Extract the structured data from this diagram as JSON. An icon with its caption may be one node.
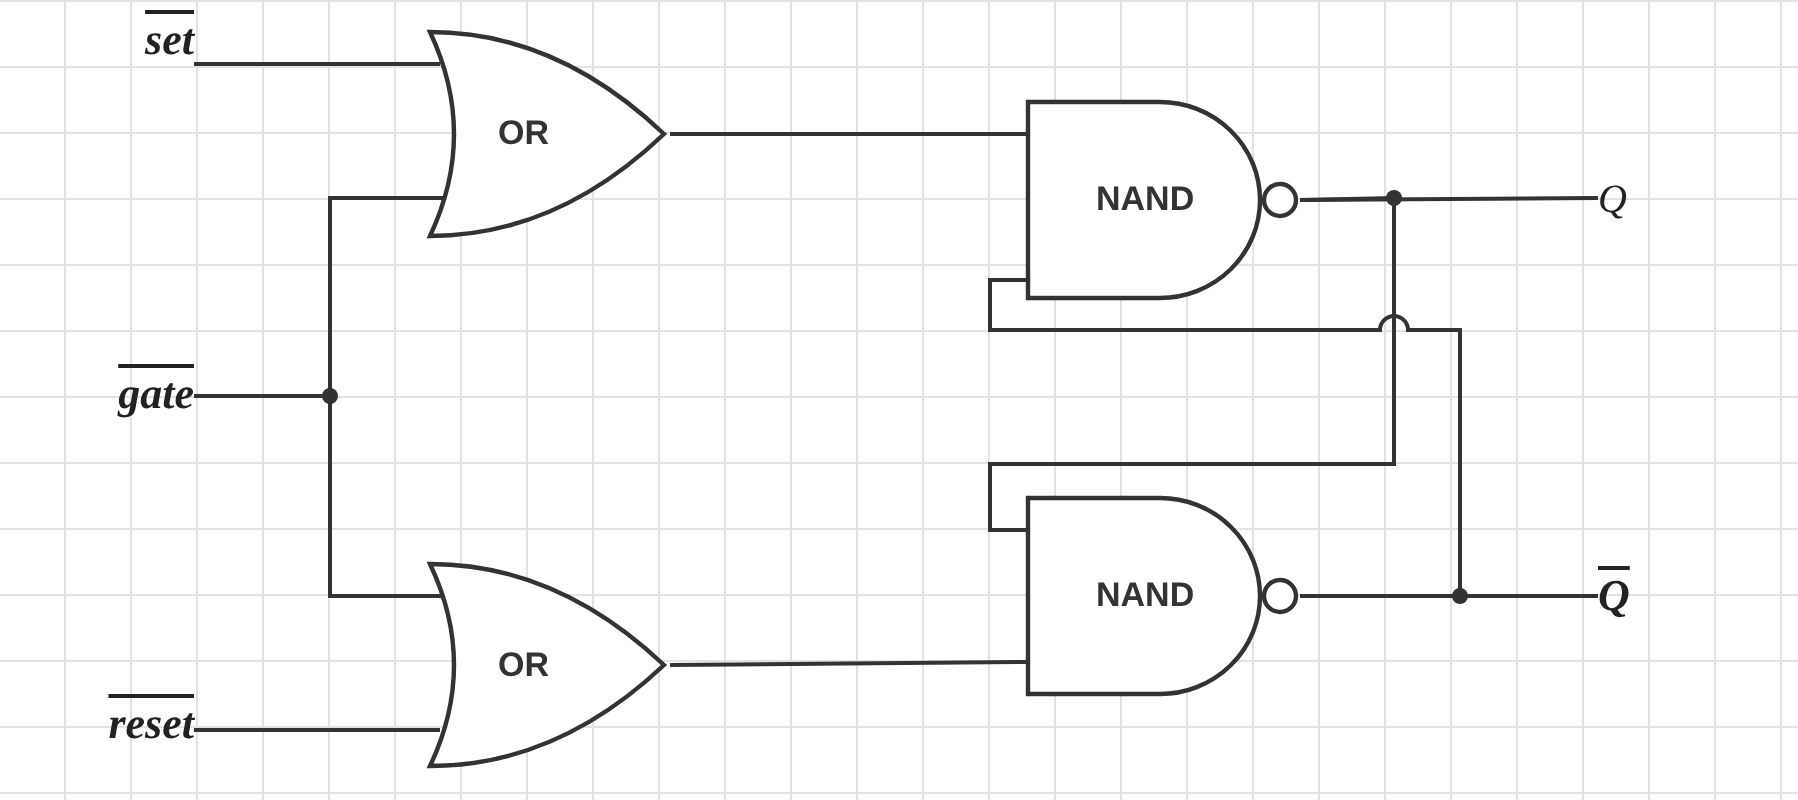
{
  "diagram": {
    "nodes": [
      {
        "text": [
          "set"
        ]
      },
      {
        "text": [
          "gate"
        ]
      },
      {
        "text": [
          "reset"
        ]
      },
      {
        "text": [
          "OR"
        ]
      },
      {
        "text": [
          "OR"
        ]
      },
      {
        "text": [
          "NAND"
        ]
      },
      {
        "text": [
          "NAND"
        ]
      },
      {
        "text": [
          "Q"
        ]
      },
      {
        "text": [
          "Q"
        ]
      }
    ],
    "edges": [
      {
        "from": 0,
        "to": 3,
        "arrow": "none"
      },
      {
        "from": 1,
        "to": 3,
        "arrow": "none"
      },
      {
        "from": 1,
        "to": 4,
        "arrow": "none"
      },
      {
        "from": 2,
        "to": 4,
        "arrow": "none"
      },
      {
        "from": 3,
        "to": 5,
        "arrow": "none"
      },
      {
        "from": 4,
        "to": 6,
        "arrow": "none"
      },
      {
        "from": 5,
        "to": 7,
        "arrow": "none"
      },
      {
        "from": 6,
        "to": 8,
        "arrow": "none"
      },
      {
        "from": 5,
        "to": 6,
        "arrow": "none"
      },
      {
        "from": 6,
        "to": 5,
        "arrow": "none"
      }
    ]
  }
}
